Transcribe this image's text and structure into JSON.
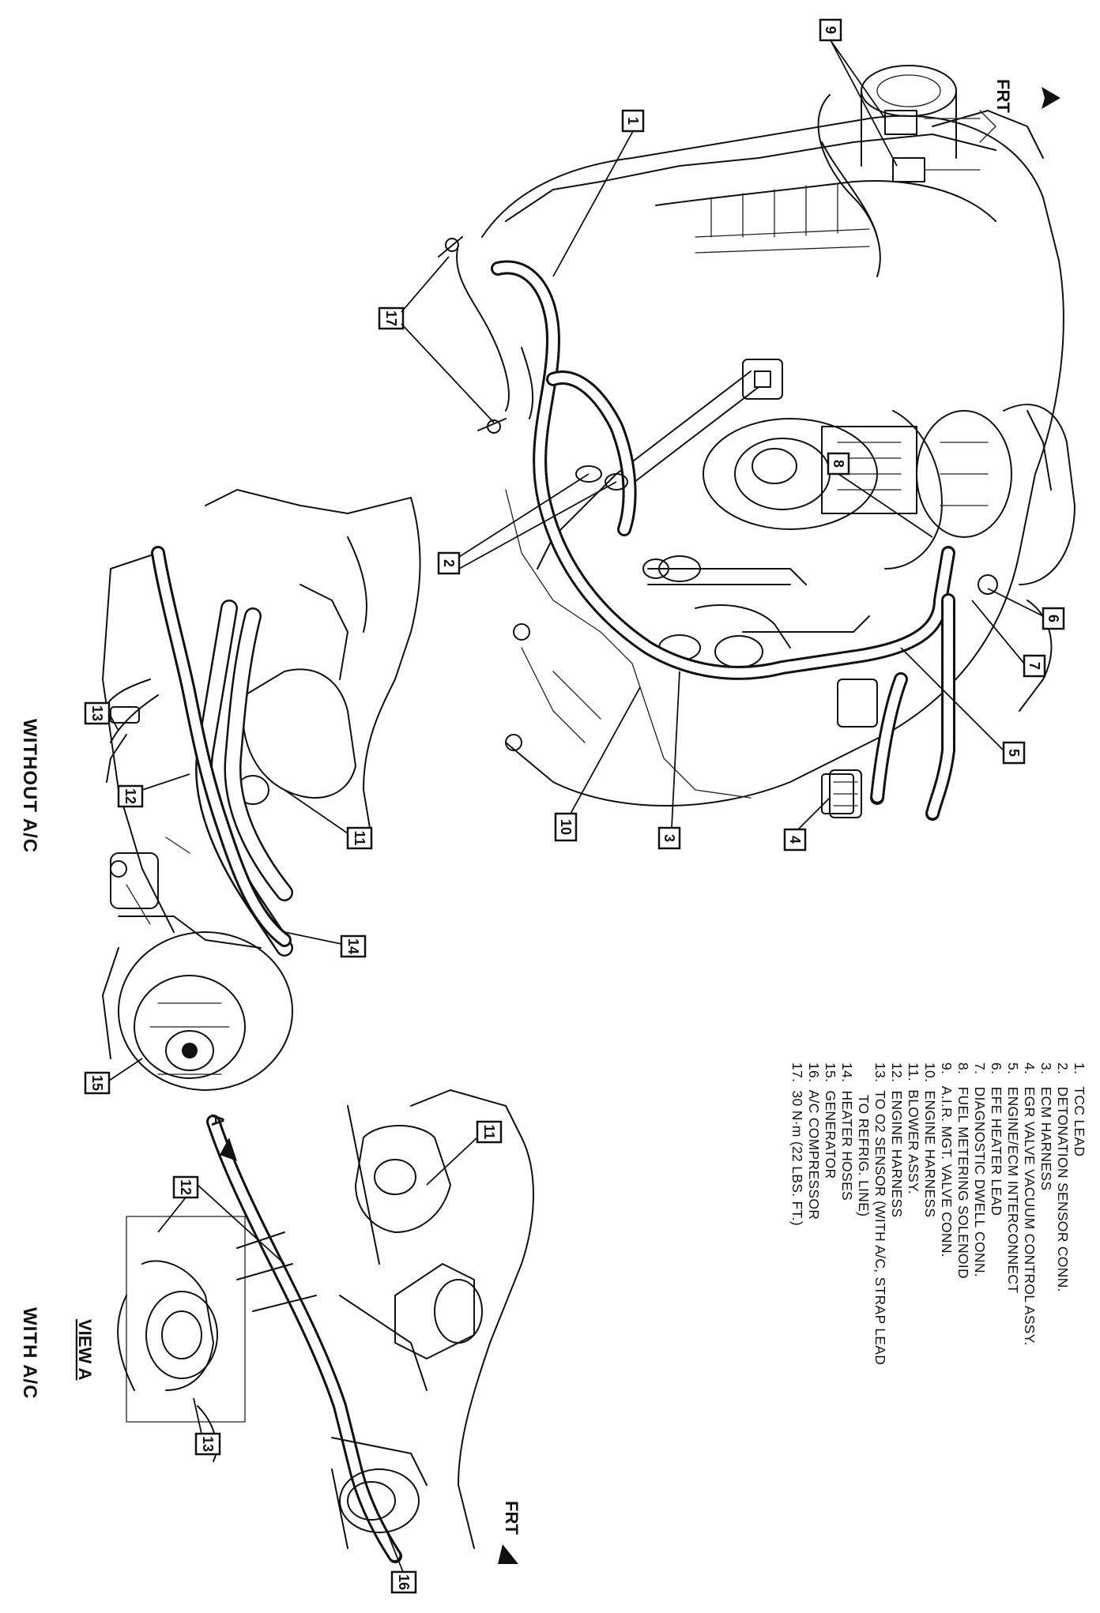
{
  "labels": {
    "without_ac": "WITHOUT A/C",
    "with_ac": "WITH A/C",
    "view_a": "VIEW A",
    "frt": "FRT",
    "view_a_arrow": "A"
  },
  "legend": [
    "1.   TCC LEAD",
    "2.   DETONATION SENSOR CONN.",
    "3.   ECM HARNESS",
    "4.   EGR VALVE VACUUM CONTROL ASSY.",
    "5.   ENGINE/ECM INTERCONNECT",
    "6.   EFE HEATER LEAD",
    "7.   DIAGNOSTIC DWELL CONN.",
    "8.   FUEL METERING SOLENOID",
    "9.   A.I.R. MGT. VALVE CONN.",
    "10.  ENGINE HARNESS",
    "11.  BLOWER ASSY.",
    "12.  ENGINE HARNESS",
    "13.  TO O2 SENSOR (WITH A/C, STRAP LEAD",
    "        TO REFRIG. LINE)",
    "14.  HEATER HOSES",
    "15.  GENERATOR",
    "16.  A/C COMPRESSOR",
    "17.  30 N·m (22 LBS. FT.)"
  ],
  "callouts": {
    "c1": "1",
    "c2": "2",
    "c3": "3",
    "c4": "4",
    "c5": "5",
    "c6": "6",
    "c7": "7",
    "c8": "8",
    "c9": "9",
    "c10": "10",
    "c11": "11",
    "c12": "12",
    "c13": "13",
    "c14": "14",
    "c15": "15",
    "c17": "17",
    "c11b": "11",
    "c12b": "12",
    "c13b": "13",
    "c16": "16"
  },
  "icons": {
    "front_arrow_top": "arrow-right-icon",
    "front_arrow_bottom": "arrow-right-icon"
  }
}
